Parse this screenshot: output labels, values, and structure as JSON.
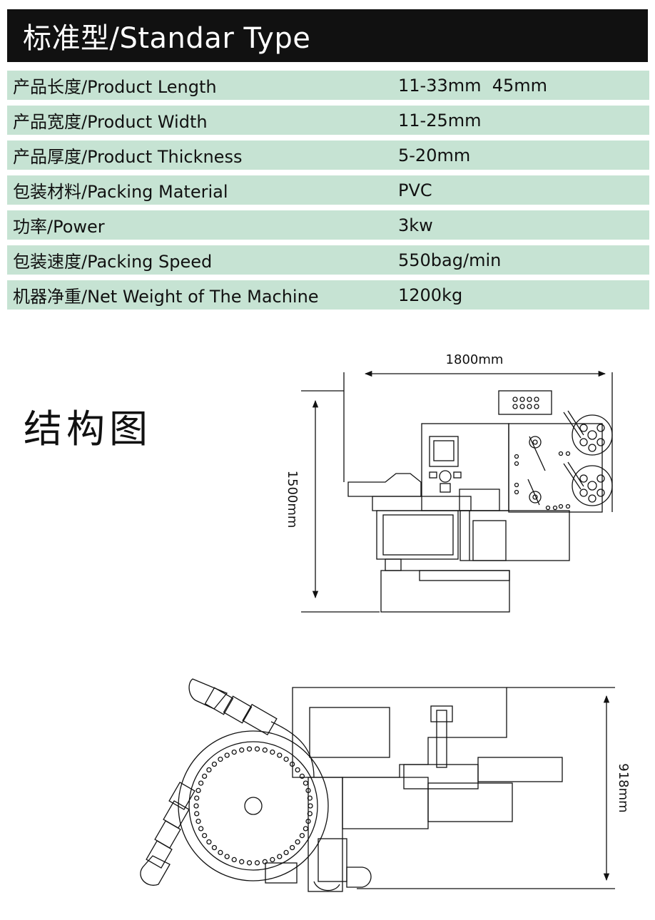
{
  "title": "标准型/Standar Type",
  "specs": [
    {
      "label": "产品长度/Product Length",
      "value": "11-33mm  45mm"
    },
    {
      "label": "产品宽度/Product Width",
      "value": "11-25mm"
    },
    {
      "label": "产品厚度/Product Thickness",
      "value": "5-20mm"
    },
    {
      "label": "包装材料/Packing Material",
      "value": "PVC"
    },
    {
      "label": "功率/Power",
      "value": "3kw"
    },
    {
      "label": "包装速度/Packing Speed",
      "value": "550bag/min"
    },
    {
      "label": "机器净重/Net Weight of The Machine",
      "value": "1200kg"
    }
  ],
  "section_title": "结构图",
  "diagram": {
    "width_label": "1800mm",
    "height_label": "1500mm",
    "depth_label": "918mm"
  }
}
